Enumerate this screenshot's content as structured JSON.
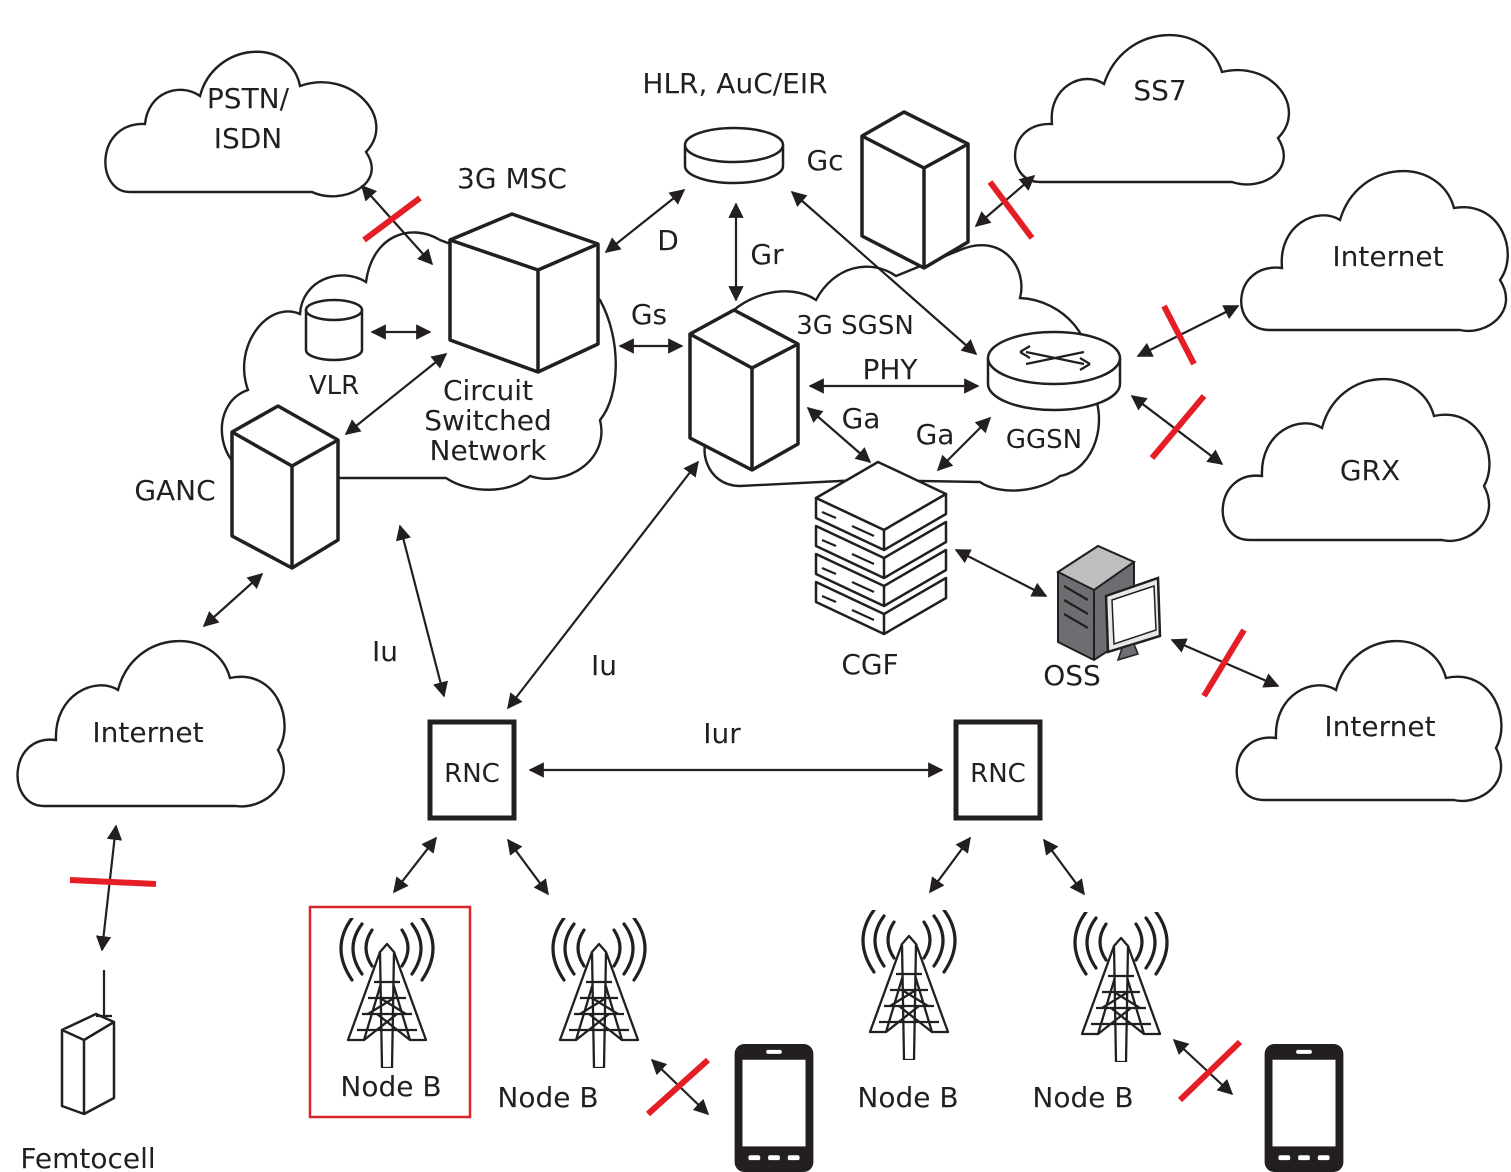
{
  "clouds": {
    "pstn": {
      "line1": "PSTN/",
      "line2": "ISDN"
    },
    "ss7": "SS7",
    "internet_top": "Internet",
    "grx": "GRX",
    "internet_right": "Internet",
    "internet_left": "Internet",
    "circuit_switched": {
      "line1": "Circuit",
      "line2": "Switched",
      "line3": "Network"
    }
  },
  "nodes": {
    "hlr": "HLR, AuC/EIR",
    "msc": "3G MSC",
    "vlr": "VLR",
    "ganc": "GANC",
    "sgsn": "3G SGSN",
    "ggsn": "GGSN",
    "cgf": "CGF",
    "oss": "OSS",
    "rnc_left": "RNC",
    "rnc_right": "RNC",
    "node_b_1": "Node B",
    "node_b_2": "Node B",
    "node_b_3": "Node B",
    "node_b_4": "Node B",
    "femtocell": "Femtocell"
  },
  "interfaces": {
    "d": "D",
    "gr": "Gr",
    "gc": "Gc",
    "gs": "Gs",
    "phy": "PHY",
    "ga_sgsn": "Ga",
    "ga_ggsn": "Ga",
    "iu_left": "Iu",
    "iu_right": "Iu",
    "iur": "Iur"
  },
  "colors": {
    "line": "#231f20",
    "cut_marker": "#e51e25",
    "highlight_box": "#d7262c"
  },
  "icons": [
    "cloud-icon",
    "database-icon",
    "server-tower-icon",
    "router-icon",
    "server-rack-icon",
    "workstation-icon",
    "cell-tower-icon",
    "mobile-phone-icon",
    "femtocell-icon"
  ]
}
